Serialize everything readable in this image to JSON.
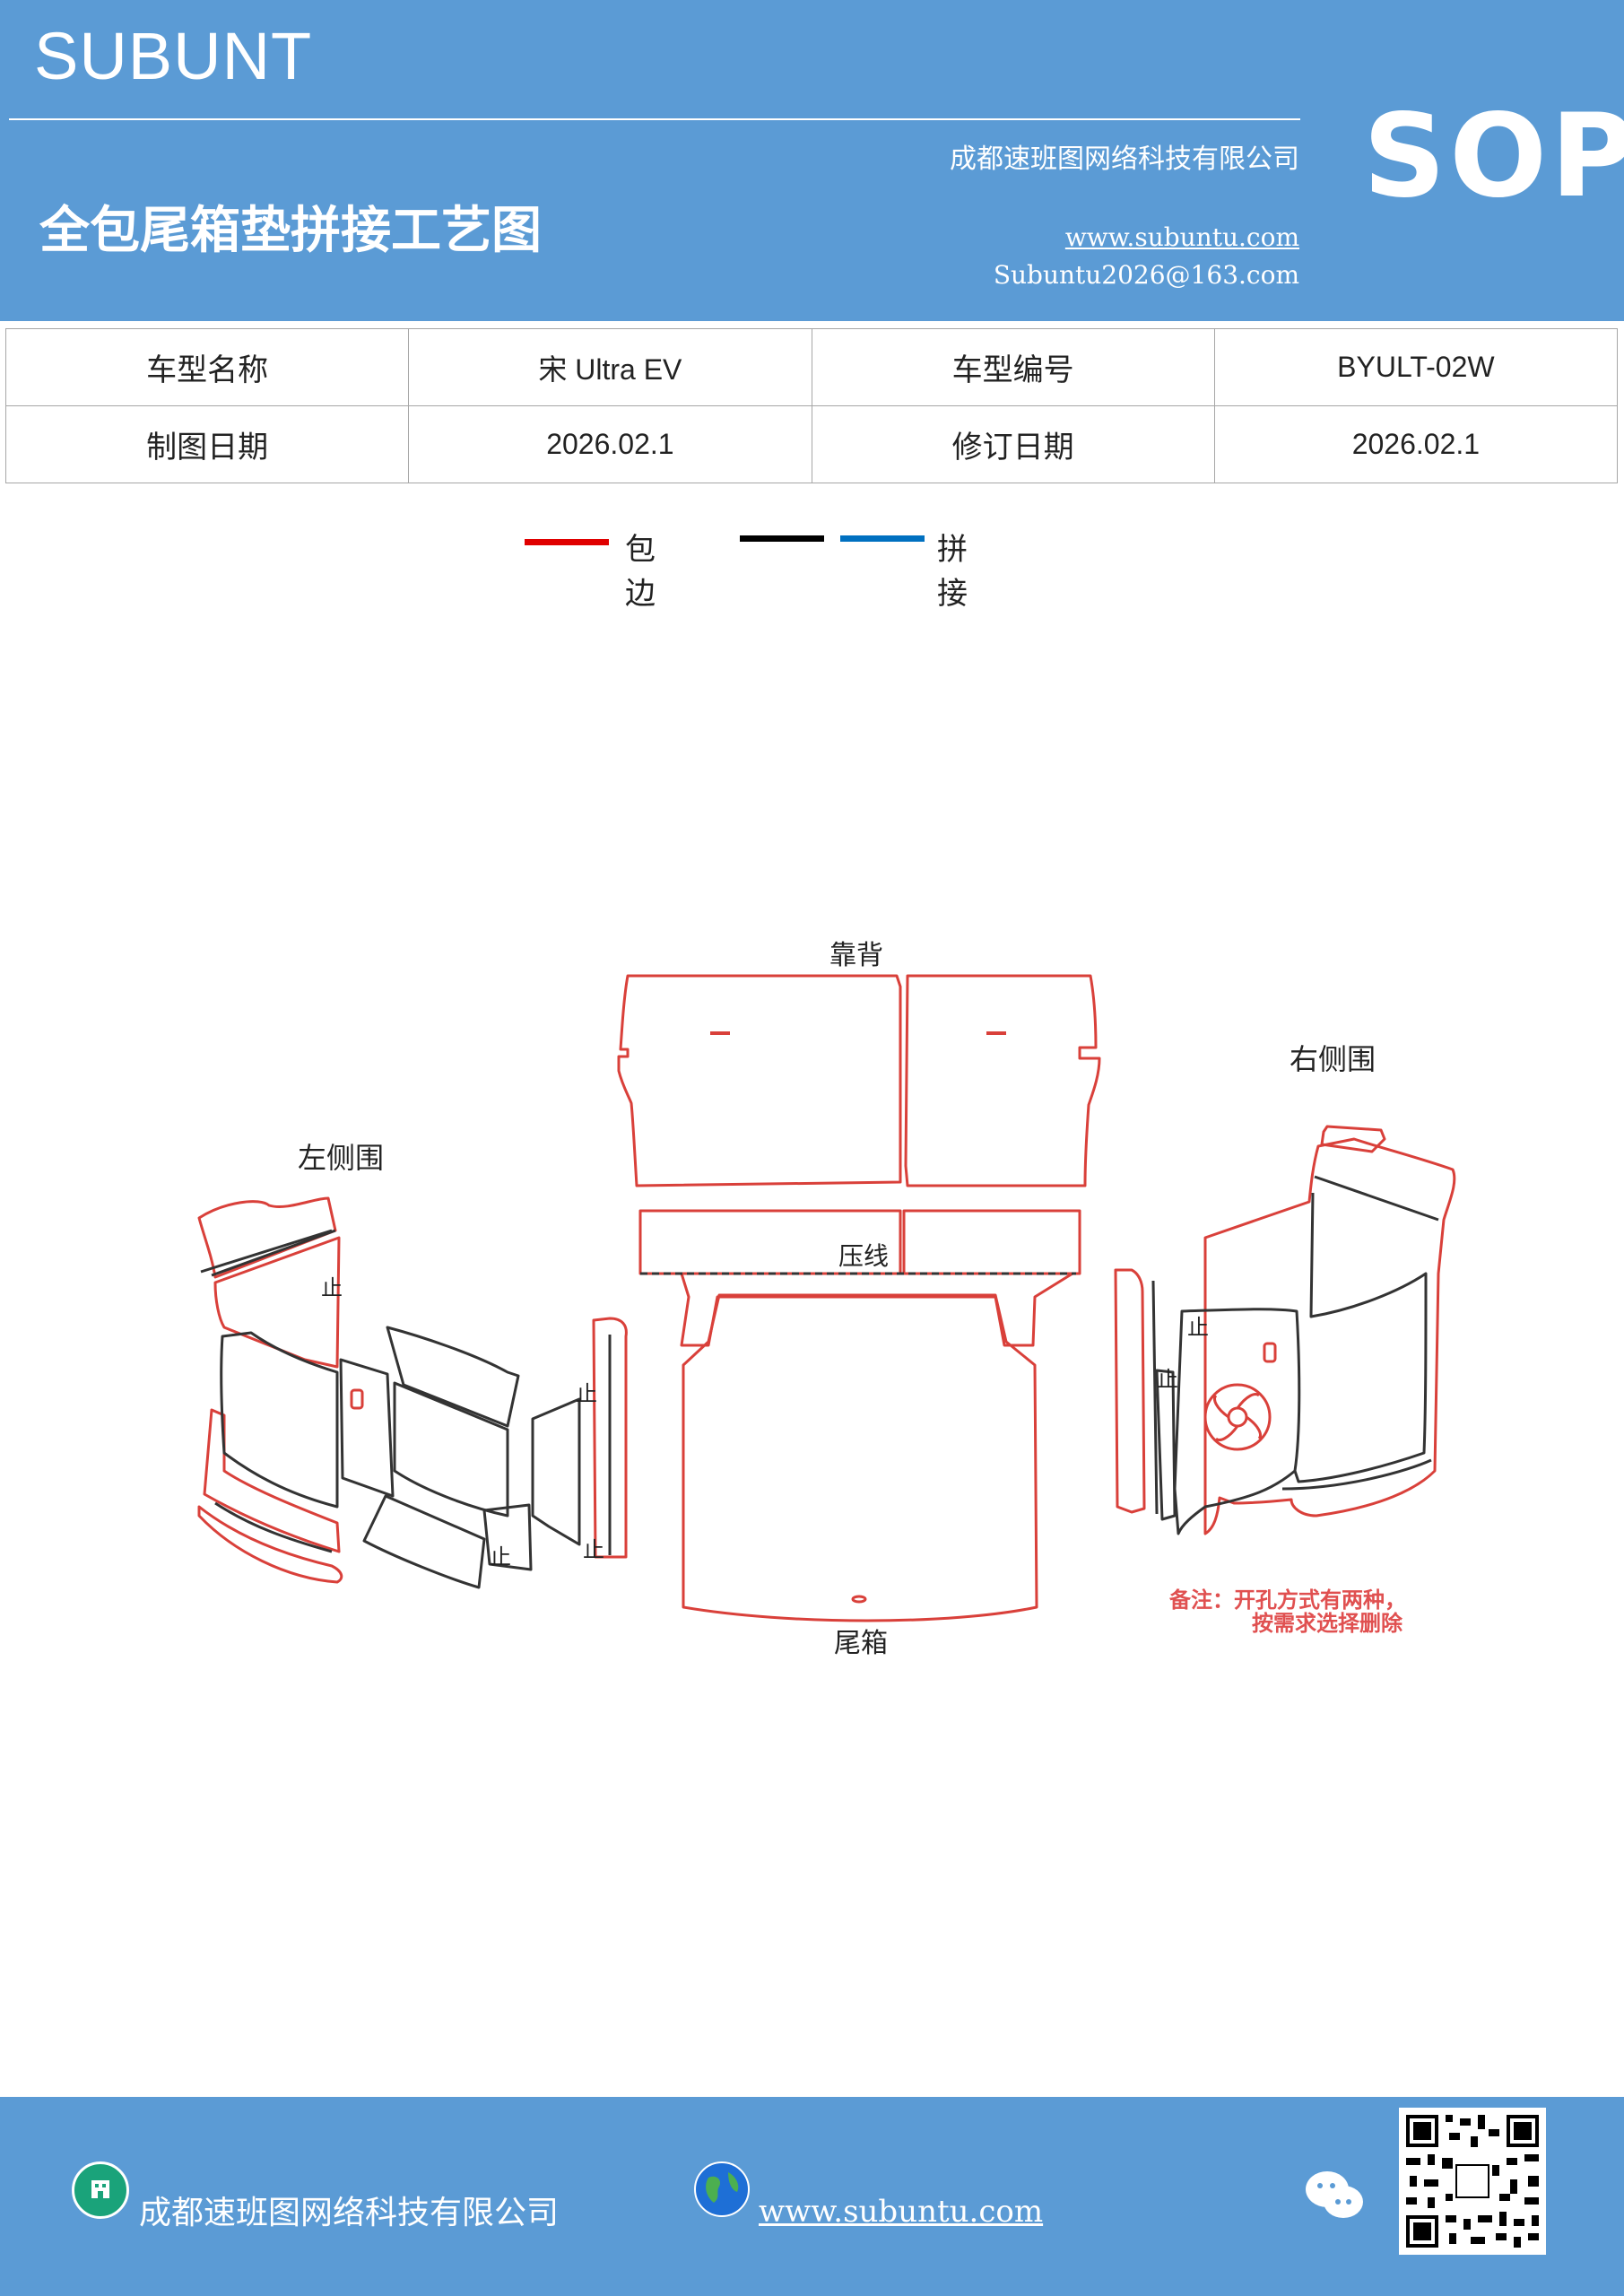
{
  "header": {
    "brand": "SUBUNT",
    "title": "全包尾箱垫拼接工艺图",
    "company": "成都速班图网络科技有限公司",
    "website": "www.subuntu.com",
    "email": "Subuntu2026@163.com",
    "sop": "SOP"
  },
  "info_table": {
    "row1": [
      "车型名称",
      "宋 Ultra  EV",
      "车型编号",
      "BYULT-02W"
    ],
    "row2": [
      "制图日期",
      "2026.02.1",
      "修订日期",
      "2026.02.1"
    ]
  },
  "legend": {
    "items": [
      {
        "label": "包边",
        "color": "#e00000"
      },
      {
        "label": "",
        "color": "#000000"
      },
      {
        "label": "拼接",
        "color": "#0070c0"
      }
    ]
  },
  "diagram": {
    "label_backrest": "靠背",
    "label_press_line": "压线",
    "label_trunk": "尾箱",
    "label_left": "左侧围",
    "label_right": "右侧围",
    "stop_mark": "止",
    "note_line1": "备注：开孔方式有两种，",
    "note_line2": "按需求选择删除",
    "edge_color": "#d9403a",
    "seam_color": "#333333"
  },
  "footer": {
    "company": "成都速班图网络科技有限公司",
    "website": "www.subuntu.com",
    "building_icon": "building-icon",
    "globe_icon": "globe-icon",
    "wechat_icon": "wechat-icon"
  }
}
